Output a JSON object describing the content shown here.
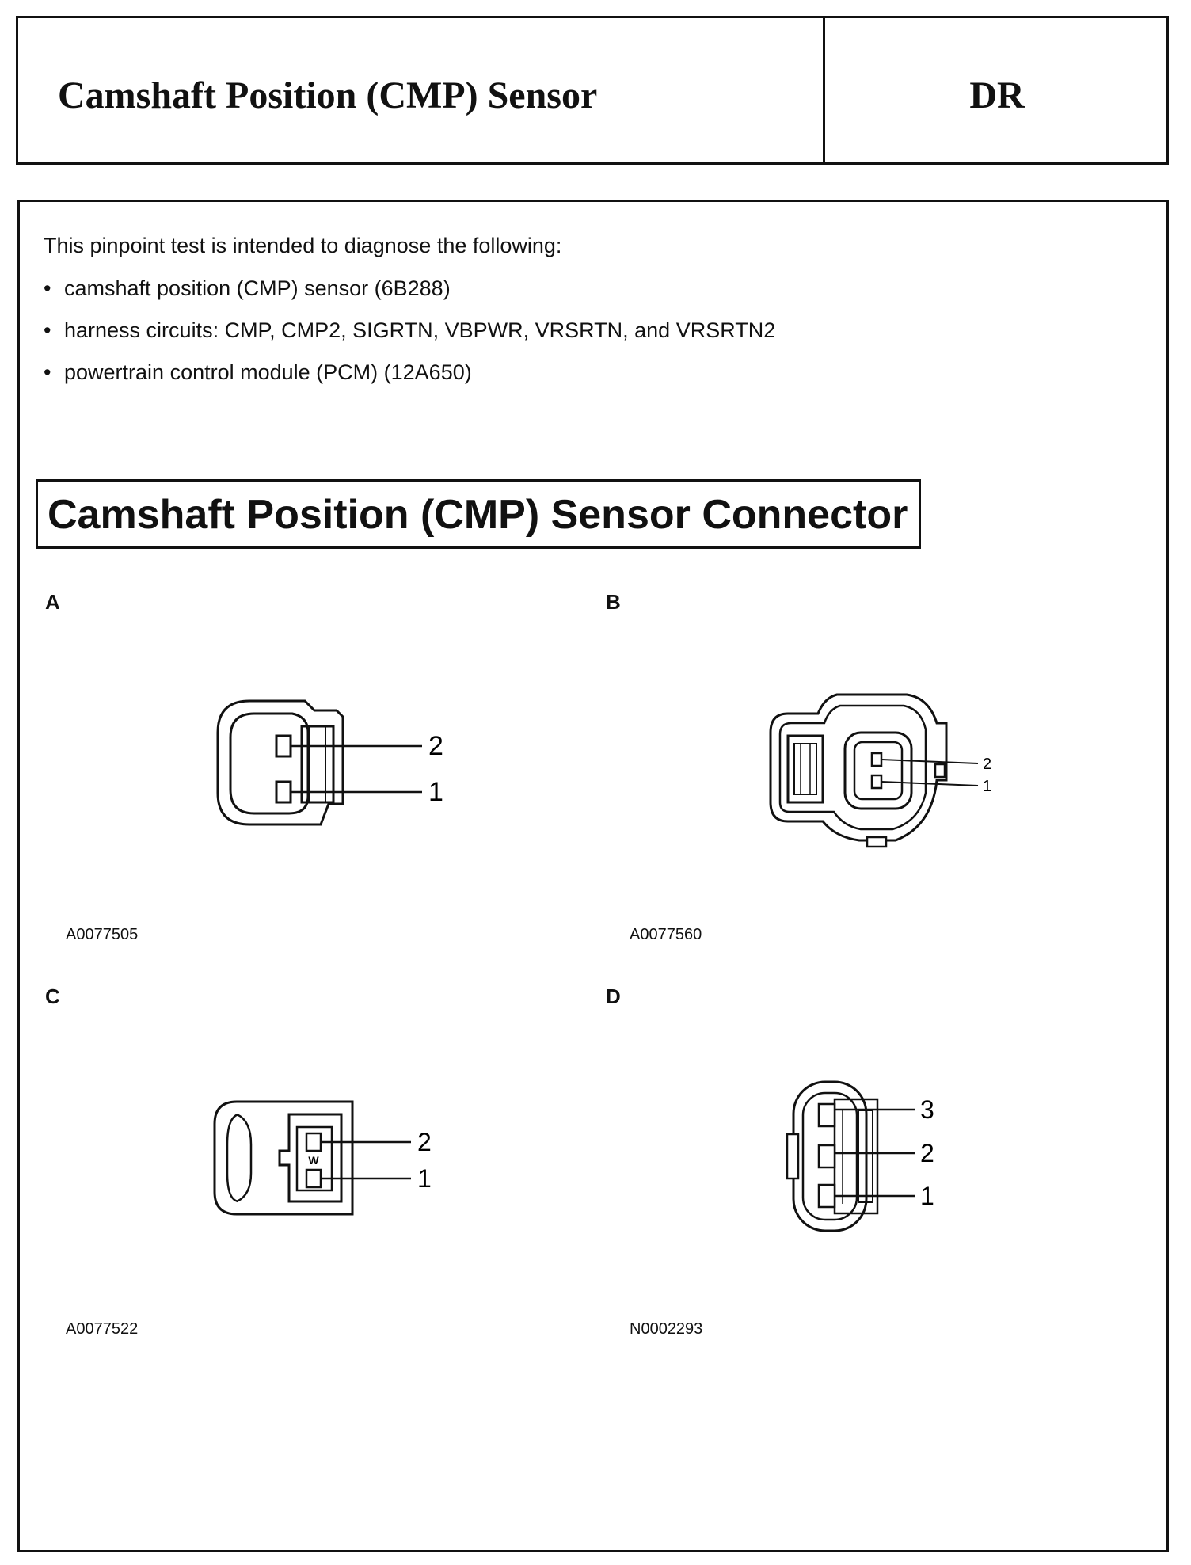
{
  "header": {
    "title": "Camshaft Position (CMP) Sensor",
    "code": "DR"
  },
  "intro": {
    "text": "This pinpoint test is intended to diagnose the following:",
    "bullets": [
      "camshaft position (CMP) sensor (6B288)",
      "harness circuits: CMP, CMP2, SIGRTN, VBPWR, VRSRTN, and VRSRTN2",
      "powertrain control module (PCM) (12A650)"
    ]
  },
  "section": {
    "title": "Camshaft Position (CMP) Sensor Connector"
  },
  "panels": [
    {
      "label": "A",
      "code": "A0077505",
      "pins": [
        "2",
        "1"
      ]
    },
    {
      "label": "B",
      "code": "A0077560",
      "pins": [
        "2",
        "1"
      ]
    },
    {
      "label": "C",
      "code": "A0077522",
      "pins": [
        "2",
        "1"
      ],
      "marker": "W"
    },
    {
      "label": "D",
      "code": "N0002293",
      "pins": [
        "3",
        "2",
        "1"
      ]
    }
  ]
}
